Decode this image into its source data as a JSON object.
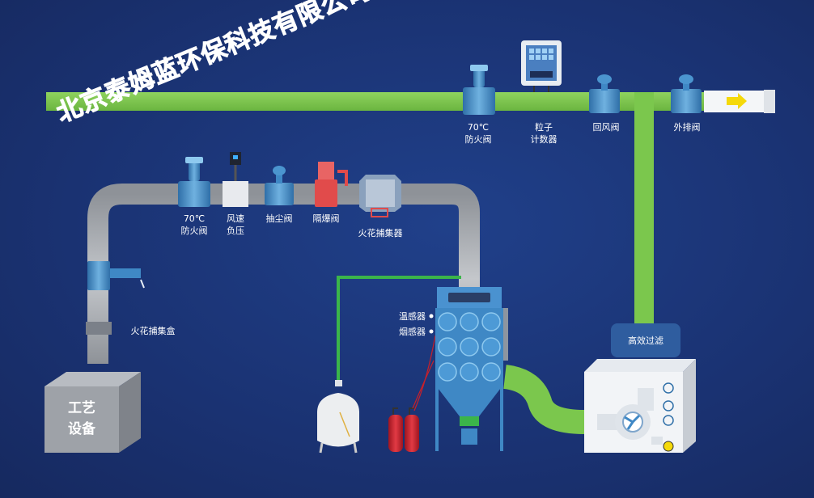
{
  "company": "北京泰姆蓝环保科技有限公司",
  "top_line": {
    "fire_valve": [
      "70℃",
      "防火阀"
    ],
    "particle_counter": [
      "粒子",
      "计数器"
    ],
    "return_valve": "回风阀",
    "exhaust_valve": "外排阀"
  },
  "mid_line": {
    "fire_valve": [
      "70℃",
      "防火阀"
    ],
    "airspeed": [
      "风速",
      "负压"
    ],
    "dust_valve": "抽尘阀",
    "explosion_valve": "隔爆阀",
    "spark_catcher": "火花捕集器"
  },
  "spark_box": "火花捕集盒",
  "process_equipment": [
    "工艺",
    "设备"
  ],
  "sensors": {
    "temperature": "温感器",
    "smoke": "烟感器"
  },
  "hepa_filter": "高效过滤",
  "colors": {
    "background": "#1a3272",
    "green_pipe": "#7bc74d",
    "gray_pipe": "#a9adb3",
    "device_blue": "#3f88c5",
    "explosion_valve": "#e14b4b",
    "fire_extinguisher": "#c8202a",
    "exhaust_arrow": "#f5d90a"
  },
  "icons": [
    "fire-valve-icon",
    "particle-counter-icon",
    "damper-valve-icon",
    "explosion-valve-icon",
    "spark-catcher-icon",
    "dust-collector-icon",
    "fan-icon",
    "fire-extinguisher-icon",
    "water-tank-icon",
    "arrow-right-icon"
  ]
}
